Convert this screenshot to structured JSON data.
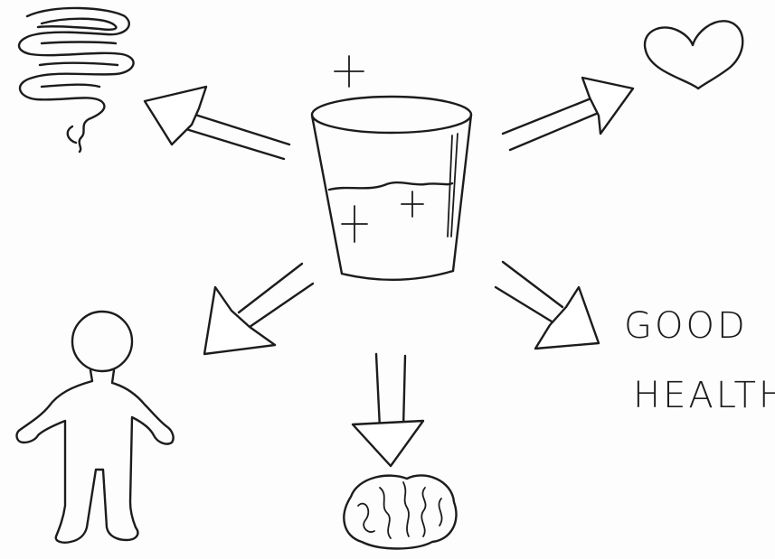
{
  "labels": {
    "good": "GOOD",
    "health": "HEALTH"
  },
  "icons": {
    "center": "water-glass-icon",
    "top_left": "intestines-icon",
    "top_right": "heart-icon",
    "bottom_left": "person-icon",
    "bottom_center": "brain-icon",
    "bottom_right": "good-health-text"
  },
  "colors": {
    "ink": "#1c1c1c",
    "paper": "#fdfdfd"
  }
}
